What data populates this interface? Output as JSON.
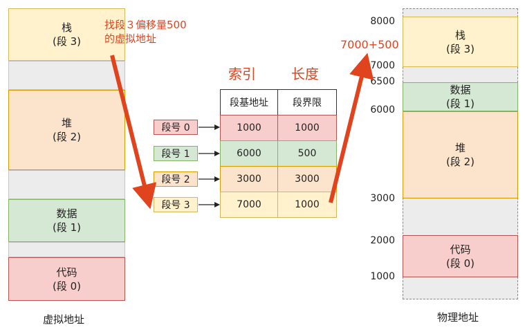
{
  "virtual": {
    "caption": "虚拟地址",
    "stack": {
      "name": "栈",
      "seg": "(段 3)"
    },
    "heap": {
      "name": "堆",
      "seg": "(段 2)"
    },
    "data": {
      "name": "数据",
      "seg": "(段 1)"
    },
    "code": {
      "name": "代码",
      "seg": "(段 0)"
    }
  },
  "annotation": {
    "line1": "找段３偏移量500",
    "line2": "的虚拟地址"
  },
  "table": {
    "header_index": "索引",
    "header_length": "长度",
    "col_base": "段基地址",
    "col_limit": "段界限",
    "rows": [
      {
        "seg": "段号 0",
        "base": "1000",
        "limit": "1000",
        "color": "#f8cecc",
        "border": "#b85450"
      },
      {
        "seg": "段号 1",
        "base": "6000",
        "limit": "500",
        "color": "#d5e8d4",
        "border": "#82b366"
      },
      {
        "seg": "段号 2",
        "base": "3000",
        "limit": "3000",
        "color": "#fbe3cc",
        "border": "#d79b00"
      },
      {
        "seg": "段号 3",
        "base": "7000",
        "limit": "1000",
        "color": "#fff2cc",
        "border": "#d6b656"
      }
    ]
  },
  "result": "7000+500",
  "physical": {
    "caption": "物理地址",
    "stack": {
      "name": "栈",
      "seg": "(段 3)"
    },
    "data": {
      "name": "数据",
      "seg": "(段 1)"
    },
    "heap": {
      "name": "堆",
      "seg": "(段 2)"
    },
    "code": {
      "name": "代码",
      "seg": "(段 0)"
    },
    "addresses": [
      "8000",
      "7000",
      "6500",
      "6000",
      "3000",
      "2000",
      "1000"
    ]
  },
  "colors": {
    "arrow": "#e0441f",
    "stack": "#fff2cc",
    "heap": "#fbe3cc",
    "data": "#d5e8d4",
    "code": "#f8cecc",
    "gap": "#ececec"
  }
}
